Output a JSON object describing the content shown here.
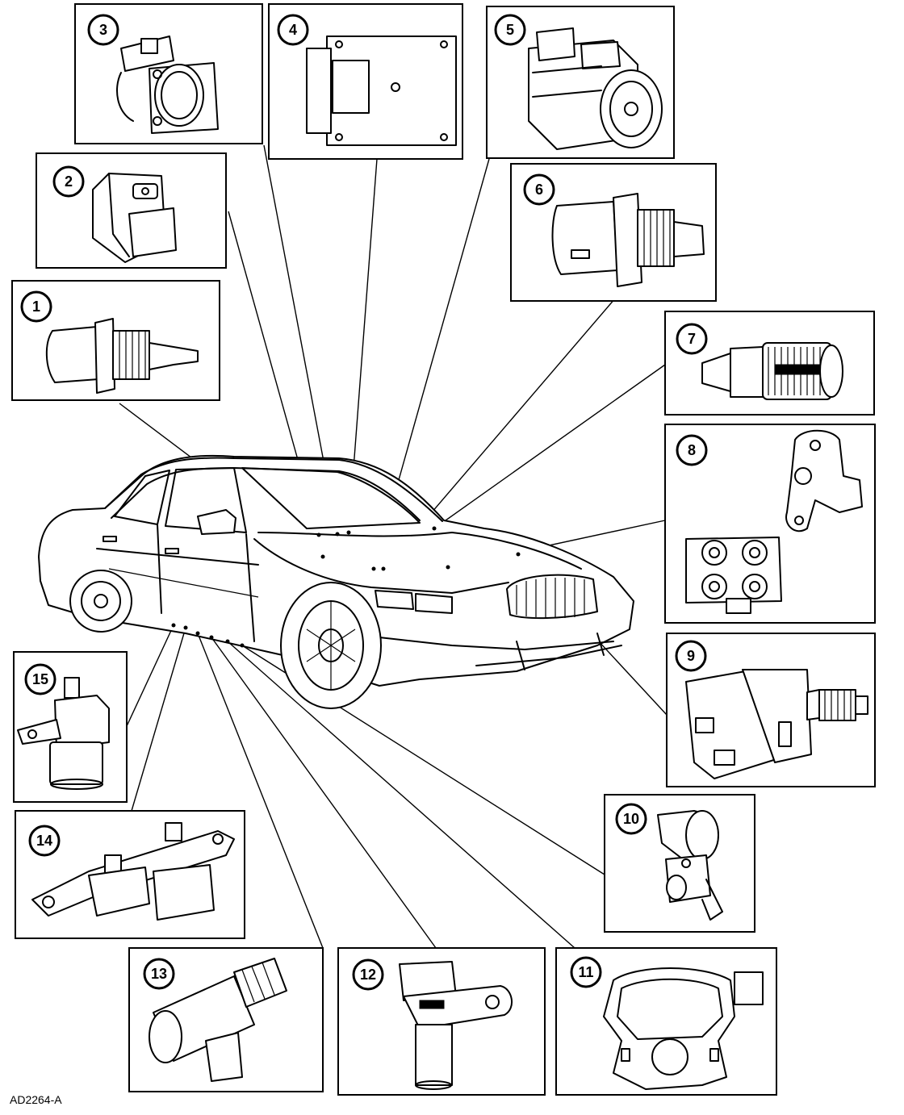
{
  "figure_id": "AD2264-A",
  "callouts": [
    {
      "number": "1",
      "part_icon": "threaded-sensor-icon"
    },
    {
      "number": "2",
      "part_icon": "position-sensor-icon"
    },
    {
      "number": "3",
      "part_icon": "mass-air-flow-sensor-icon"
    },
    {
      "number": "4",
      "part_icon": "control-module-icon"
    },
    {
      "number": "5",
      "part_icon": "ac-compressor-icon"
    },
    {
      "number": "6",
      "part_icon": "threaded-switch-icon"
    },
    {
      "number": "7",
      "part_icon": "cylindrical-sensor-icon"
    },
    {
      "number": "8",
      "part_icon": "crank-sensor-and-coil-pack-icon"
    },
    {
      "number": "9",
      "part_icon": "pressure-switch-icon"
    },
    {
      "number": "10",
      "part_icon": "speed-sensor-icon"
    },
    {
      "number": "11",
      "part_icon": "range-sensor-icon"
    },
    {
      "number": "12",
      "part_icon": "camshaft-sensor-icon"
    },
    {
      "number": "13",
      "part_icon": "solenoid-icon"
    },
    {
      "number": "14",
      "part_icon": "solenoid-pack-icon"
    },
    {
      "number": "15",
      "part_icon": "shift-solenoid-icon"
    }
  ],
  "vehicle_icon": "sedan-car-icon"
}
